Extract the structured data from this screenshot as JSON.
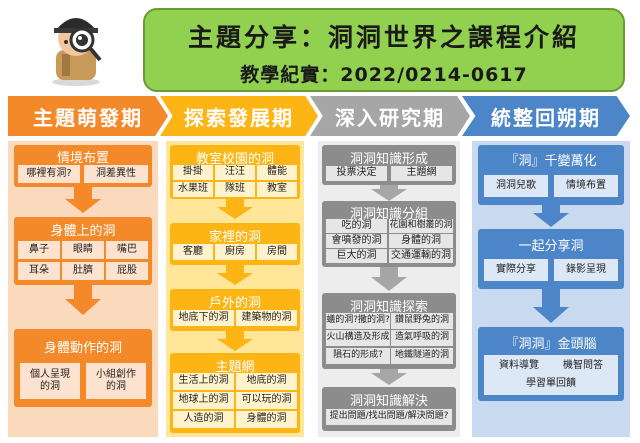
{
  "header": {
    "title": "主題分享：洞洞世界之課程介紹",
    "subtitle": "教學紀實：2022/0214-0617"
  },
  "colors": {
    "green": "#92d050",
    "orange": "#f4892a",
    "orange_light": "#fde3cf",
    "yellow": "#fcb514",
    "yellow_light": "#fff2cc",
    "gray": "#8c8c8c",
    "gray_light": "#e6e6e6",
    "blue": "#4d86c8",
    "blue_light": "#dce8f6"
  },
  "phases": [
    {
      "label": "主題萌發期"
    },
    {
      "label": "探索發展期"
    },
    {
      "label": "深入研究期"
    },
    {
      "label": "統整回朔期"
    }
  ],
  "col1": {
    "g1": {
      "title": "情境布置",
      "items": [
        "哪裡有洞?",
        "洞差異性"
      ]
    },
    "g2": {
      "title": "身體上的洞",
      "items": [
        "鼻子",
        "眼睛",
        "嘴巴",
        "耳朵",
        "肚臍",
        "屁股"
      ]
    },
    "g3": {
      "title": "身體動作的洞",
      "items": [
        "個人呈現\n的洞",
        "小組創作\n的洞"
      ]
    }
  },
  "col2": {
    "g1": {
      "title": "教室校園的洞",
      "items": [
        "掛掛",
        "汪汪",
        "體能",
        "水果班",
        "隊班",
        "教室"
      ]
    },
    "g2": {
      "title": "家裡的洞",
      "items": [
        "客廳",
        "廚房",
        "房間"
      ]
    },
    "g3": {
      "title": "戶外的洞",
      "items": [
        "地底下的洞",
        "建築物的洞"
      ]
    },
    "g4": {
      "title": "主題網",
      "items": [
        "生活上的洞",
        "地底的洞",
        "地球上的洞",
        "可以玩的洞",
        "人造的洞",
        "身體的洞"
      ]
    }
  },
  "col3": {
    "g1": {
      "title": "洞洞知識形成",
      "items": [
        "投票決定",
        "主題網"
      ]
    },
    "g2": {
      "title": "洞洞知識分組",
      "items": [
        "吃的洞",
        "花園和樹叢的洞",
        "會噴發的洞",
        "身體的洞",
        "巨大的洞",
        "交通運輸的洞"
      ]
    },
    "g3": {
      "title": "洞洞知識探索",
      "items": [
        "蟻的洞?撒的洞?",
        "鑽鼠野兔的洞",
        "火山構造及形成",
        "造氣呼吸的洞",
        "隕石的形成?",
        "地鐵隧道的洞"
      ]
    },
    "g4": {
      "title": "洞洞知識解決",
      "items": [
        "提出問題/找出問題/解決問題?"
      ]
    }
  },
  "col4": {
    "g1": {
      "title": "『洞』千變萬化",
      "items": [
        "洞洞兒歌",
        "情境布置"
      ]
    },
    "g2": {
      "title": "一起分享洞",
      "items": [
        "實際分享",
        "錄影呈現"
      ]
    },
    "g3": {
      "title": "『洞洞』金頭腦",
      "items": [
        "資料導覽",
        "機智問答",
        "學習單回饋"
      ]
    }
  }
}
